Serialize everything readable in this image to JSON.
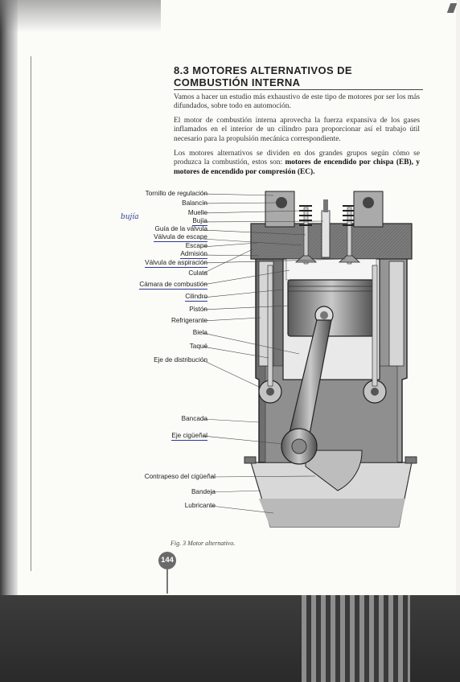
{
  "section": {
    "title": "8.3 MOTORES ALTERNATIVOS DE COMBUSTIÓN INTERNA"
  },
  "paragraphs": {
    "p1": "Vamos a hacer un estudio más exhaustivo de este tipo de motores por ser los más difundados, sobre todo en automoción.",
    "p2": "El motor de combustión interna aprovecha la fuerza expansiva de los gases inflamados en el interior de un cilindro para proporcionar así el trabajo útil necesario para la propulsión mecánica correspondiente.",
    "p3_start": "Los motores alternativos se dividen en dos grandes grupos según cómo se produzca la combustión, estos son: ",
    "p3_bold": "motores de encendido por chispa (EB), y motores de encendido por compresión (EC)."
  },
  "figure": {
    "labels": [
      "Tornillo de regulación",
      "Balancín",
      "Muelle",
      "Bujía",
      "Guía de la válvula",
      "Válvula de escape",
      "Escape",
      "Admisión",
      "Válvula de aspiración",
      "Culata",
      "Cámara de combustión",
      "Cilindro",
      "Pistón",
      "Refrigerante",
      "Biela",
      "Taqué",
      "Eje de distribución",
      "Bancada",
      "Eje cigüeñal",
      "Contrapeso del cigüeñal",
      "Bandeja",
      "Lubricante"
    ],
    "handwritten_note": "bujía",
    "caption": "Fig. 3 Motor alternativo."
  },
  "page_number": "144",
  "colors": {
    "ink": "#222222",
    "pen": "#2d3b8f",
    "badge": "#6a6a6a"
  }
}
